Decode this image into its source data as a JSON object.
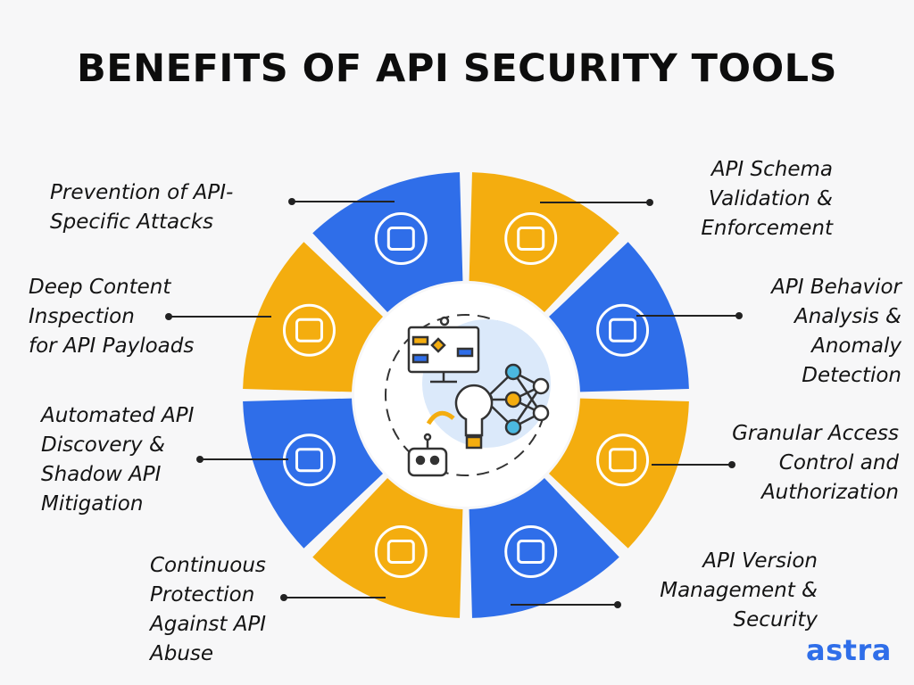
{
  "title": "BENEFITS OF API SECURITY TOOLS",
  "colors": {
    "blue": "#2f6ee9",
    "yellow": "#f4ad0f",
    "background": "#f7f7f8",
    "hub": "#ffffff",
    "hub_inner": "#dbe9fa"
  },
  "segments": [
    {
      "id": "prevention",
      "lines": [
        "Prevention of API-",
        "Specific Attacks"
      ],
      "color": "blue",
      "icon": "team-target-icon"
    },
    {
      "id": "schema",
      "lines": [
        "API Schema",
        "Validation &",
        "Enforcement"
      ],
      "color": "yellow",
      "icon": "shield-network-icon"
    },
    {
      "id": "behavior",
      "lines": [
        "API Behavior",
        "Analysis &",
        "Anomaly",
        "Detection"
      ],
      "color": "blue",
      "icon": "browser-key-icon"
    },
    {
      "id": "access",
      "lines": [
        "Granular Access",
        "Control and",
        "Authorization"
      ],
      "color": "yellow",
      "icon": "cloud-database-icon"
    },
    {
      "id": "version",
      "lines": [
        "API Version",
        "Management &",
        "Security"
      ],
      "color": "blue",
      "icon": "gear-bulb-icon"
    },
    {
      "id": "continuous",
      "lines": [
        "Continuous",
        "Protection",
        "Against API",
        "Abuse"
      ],
      "color": "yellow",
      "icon": "phone-shield-icon"
    },
    {
      "id": "discovery",
      "lines": [
        "Automated API",
        "Discovery &",
        "Shadow API",
        "Mitigation"
      ],
      "color": "blue",
      "icon": "report-chart-icon"
    },
    {
      "id": "inspection",
      "lines": [
        "Deep Content",
        "Inspection",
        "for API Payloads"
      ],
      "color": "yellow",
      "icon": "analytics-board-icon"
    }
  ],
  "hub_icons": [
    "flowchart-monitor-icon",
    "neural-network-icon",
    "robot-icon",
    "brain-bulb-icon"
  ],
  "logo": "astra"
}
